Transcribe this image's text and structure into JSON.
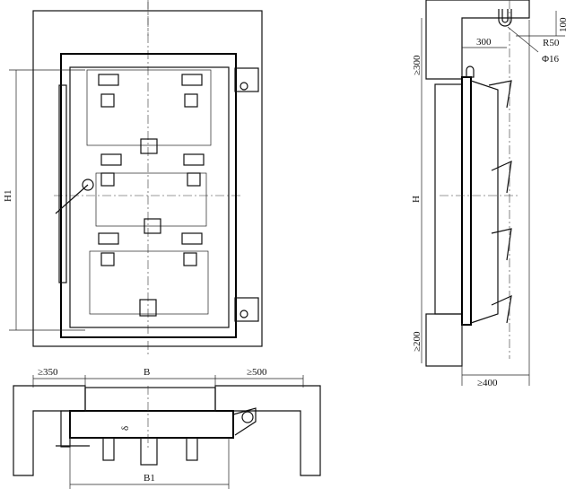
{
  "front_view": {
    "height_label": "H1"
  },
  "side_view": {
    "top_clearance": "≥300",
    "height_label": "H",
    "bottom_clearance": "≥200",
    "side_clearance": "≥400",
    "hook_offset": "300",
    "hook_height": "100",
    "hook_radius": "R50",
    "hook_diameter": "Φ16"
  },
  "plan_view": {
    "left_clearance": "≥350",
    "width_label": "B",
    "right_clearance": "≥500",
    "thickness_label": "δ",
    "door_width_label": "B1"
  }
}
